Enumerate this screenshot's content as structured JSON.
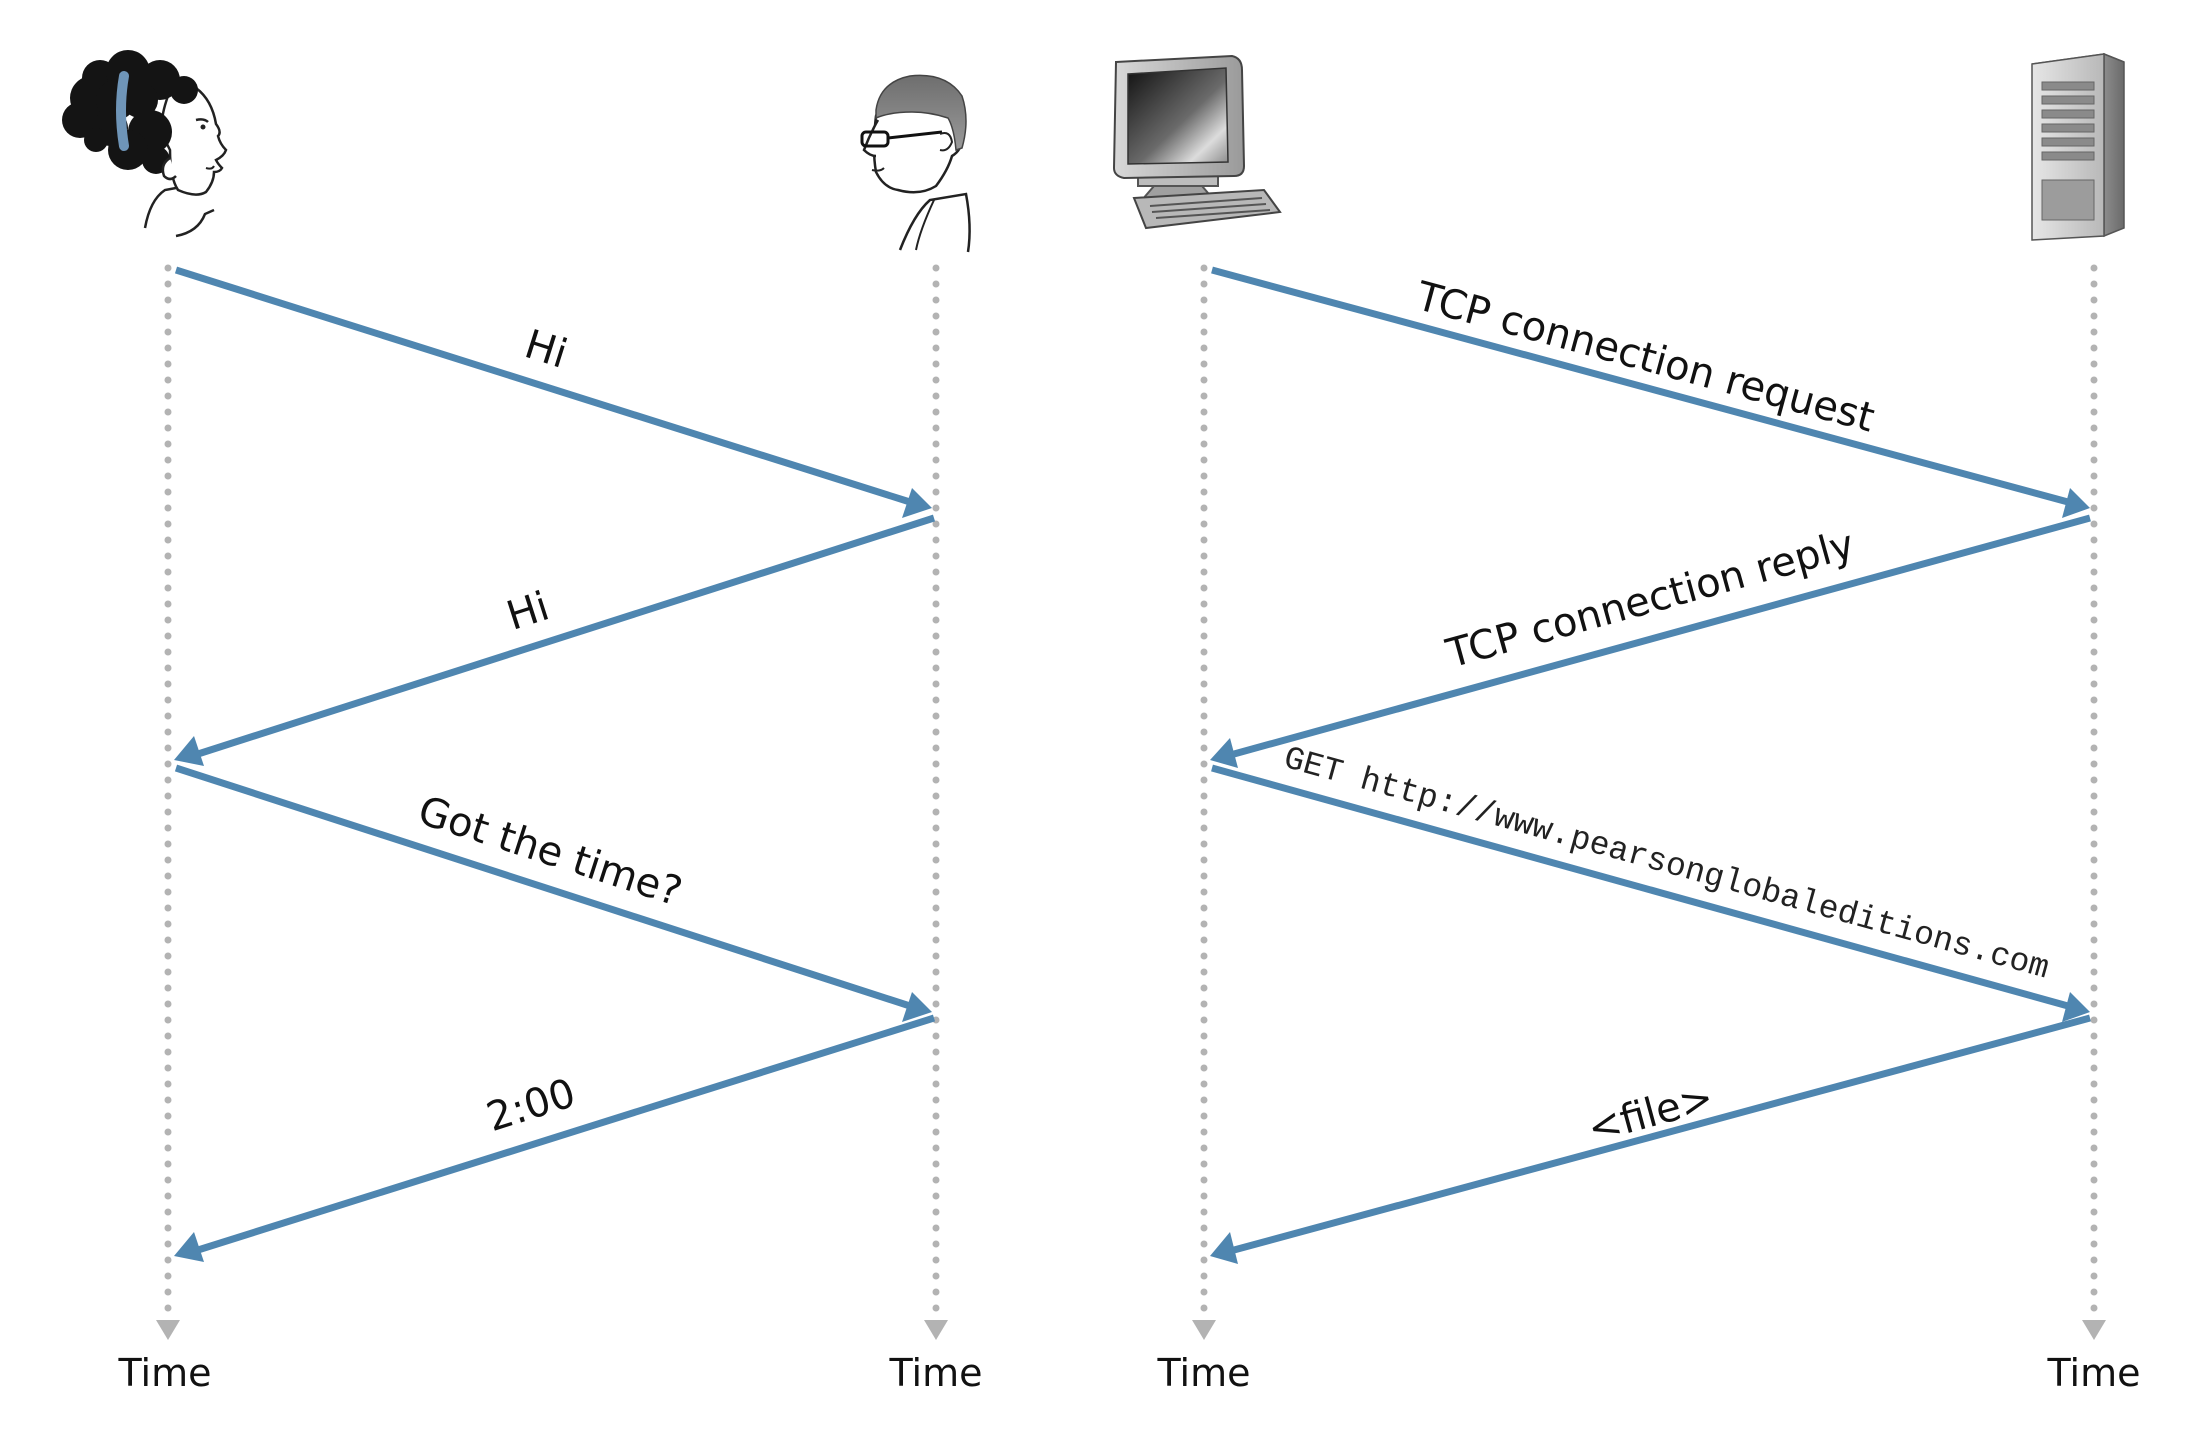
{
  "colors": {
    "arrow": "#4f86b0",
    "lifeline": "#b3b3b3",
    "text": "#111111"
  },
  "left": {
    "actors": [
      {
        "icon": "woman-head-icon"
      },
      {
        "icon": "man-head-icon"
      }
    ],
    "time_labels": [
      "Time",
      "Time"
    ],
    "messages": [
      {
        "label": "Hi",
        "direction": "left-to-right"
      },
      {
        "label": "Hi",
        "direction": "right-to-left"
      },
      {
        "label": "Got the time?",
        "direction": "left-to-right"
      },
      {
        "label": "2:00",
        "direction": "right-to-left"
      }
    ]
  },
  "right": {
    "actors": [
      {
        "icon": "desktop-computer-icon"
      },
      {
        "icon": "server-tower-icon"
      }
    ],
    "time_labels": [
      "Time",
      "Time"
    ],
    "messages": [
      {
        "label": "TCP connection request",
        "direction": "left-to-right"
      },
      {
        "label": "TCP connection reply",
        "direction": "right-to-left"
      },
      {
        "label": "GET http://www.pearsonglobaleditions.com",
        "direction": "left-to-right"
      },
      {
        "label": "<file>",
        "direction": "right-to-left"
      }
    ]
  }
}
